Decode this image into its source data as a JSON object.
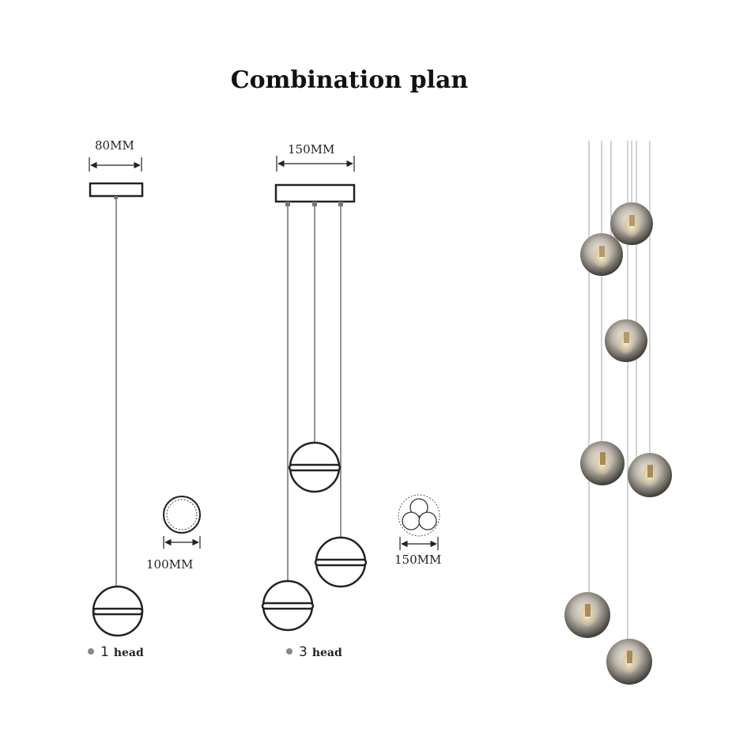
{
  "title": "Combination plan",
  "single": {
    "canopy_width_label": "80MM",
    "ball_diameter_label": "100MM",
    "head_count": "1",
    "head_word": "head"
  },
  "triple": {
    "canopy_width_label": "150MM",
    "cluster_diameter_label": "150MM",
    "head_count": "3",
    "head_word": "head"
  }
}
